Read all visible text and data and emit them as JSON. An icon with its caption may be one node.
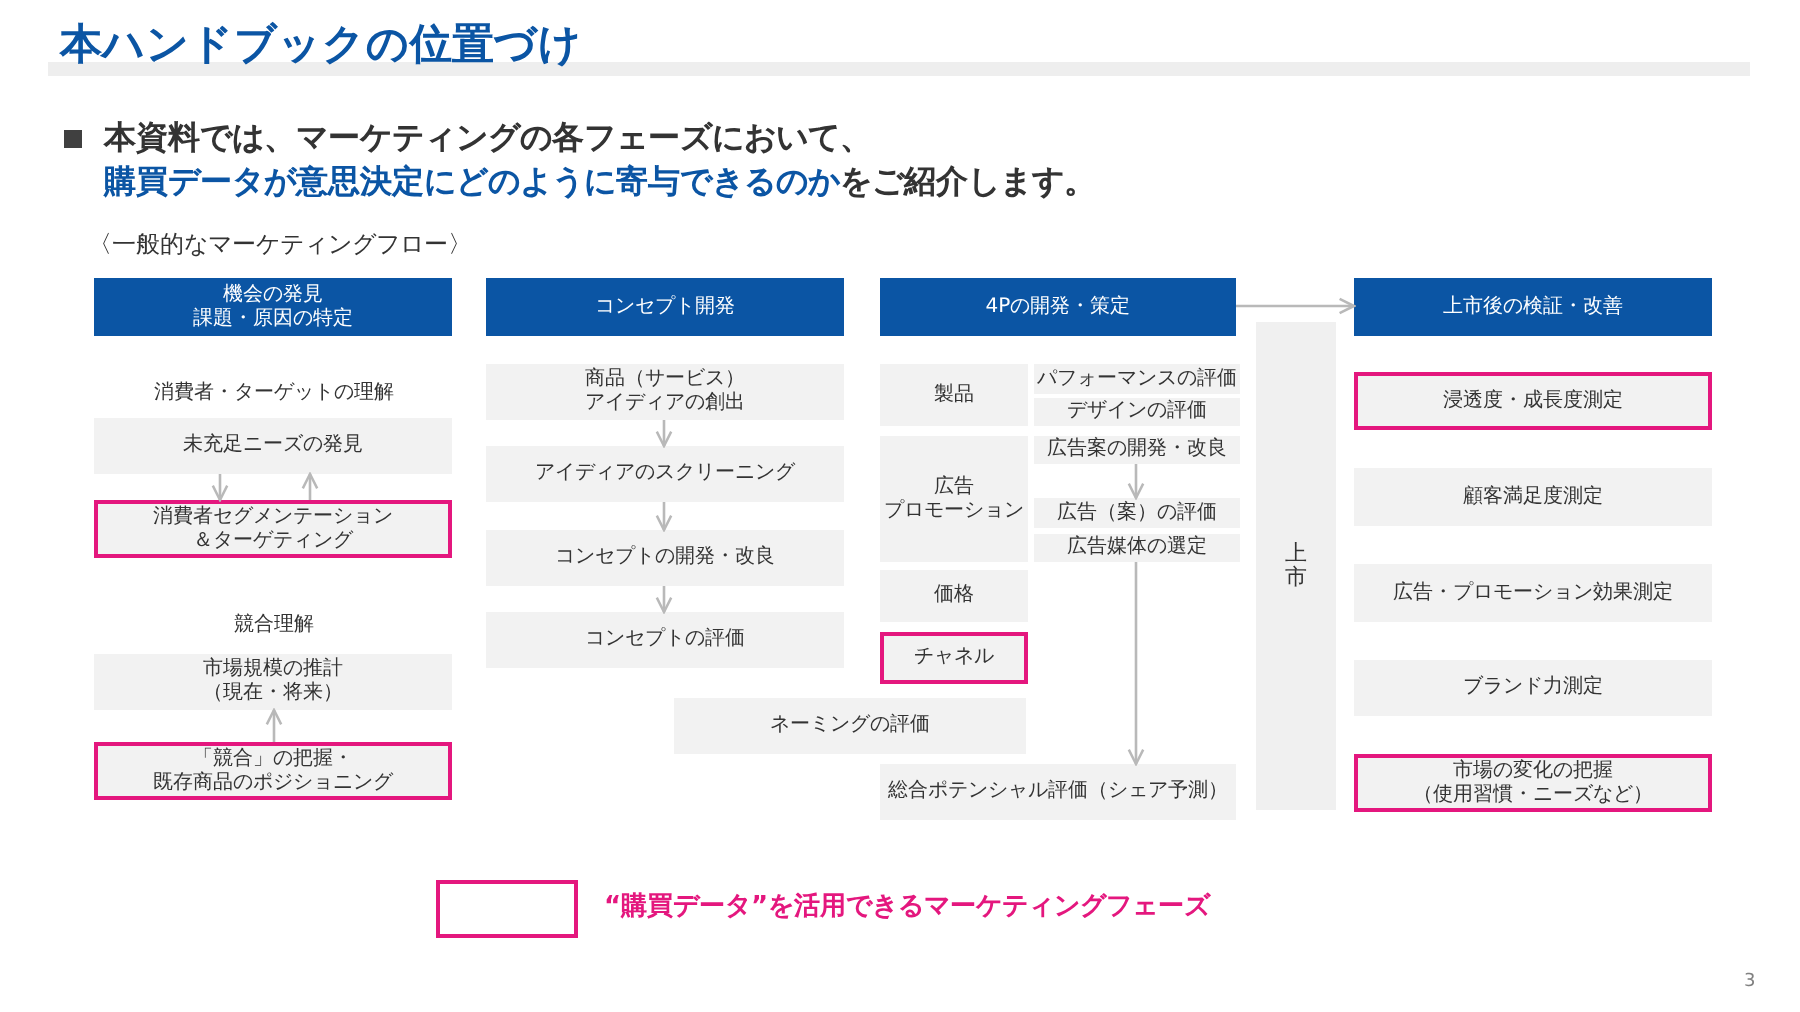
{
  "diagram": {
    "title": "本ハンドブックの位置づけ",
    "nodes": [
      {
        "text": [
          "機会の発見課題・原因の特定"
        ]
      },
      {
        "text": [
          "未充足ニーズの発見"
        ]
      },
      {
        "text": [
          "消費者セグメンテーション＆ターゲティング"
        ]
      },
      {
        "text": [
          "市場規模の推計（現在・将来）"
        ]
      },
      {
        "text": [
          "「競合」の把握・既存商品のポジショニング"
        ]
      },
      {
        "text": [
          "コンセプト開発"
        ]
      },
      {
        "text": [
          "商品（サービス）アイディアの創出"
        ]
      },
      {
        "text": [
          "アイディアのスクリーニング"
        ]
      },
      {
        "text": [
          "コンセプトの開発・改良"
        ]
      },
      {
        "text": [
          "コンセプトの評価"
        ]
      },
      {
        "text": [
          "4Pの開発・策定"
        ]
      },
      {
        "text": [
          "製品"
        ]
      },
      {
        "text": [
          "パフォーマンスの評価"
        ]
      },
      {
        "text": [
          "デザインの評価"
        ]
      },
      {
        "text": [
          "広告プロモーション"
        ]
      },
      {
        "text": [
          "広告案の開発・改良"
        ]
      },
      {
        "text": [
          "広告（案）の評価"
        ]
      },
      {
        "text": [
          "広告媒体の選定"
        ]
      },
      {
        "text": [
          "価格"
        ]
      },
      {
        "text": [
          "チャネル"
        ]
      },
      {
        "text": [
          "ネーミングの評価"
        ]
      },
      {
        "text": [
          "総合ポテンシャル評価（シェア予測）"
        ]
      },
      {
        "text": [
          "上市"
        ]
      },
      {
        "text": [
          "上市後の検証・改善"
        ]
      },
      {
        "text": [
          "浸透度・成長度測定"
        ]
      },
      {
        "text": [
          "顧客満足度測定"
        ]
      },
      {
        "text": [
          "広告・プロモーション効果測定"
        ]
      },
      {
        "text": [
          "ブランド力測定"
        ]
      },
      {
        "text": [
          "市場の変化の把握（使用習慣・ニーズなど）"
        ]
      }
    ],
    "edges": [
      {
        "from": 1,
        "to": 2,
        "arrow": "to"
      },
      {
        "from": 2,
        "to": 1,
        "arrow": "to"
      },
      {
        "from": 4,
        "to": 3,
        "arrow": "to"
      },
      {
        "from": 6,
        "to": 7,
        "arrow": "to"
      },
      {
        "from": 7,
        "to": 8,
        "arrow": "to"
      },
      {
        "from": 8,
        "to": 9,
        "arrow": "to"
      },
      {
        "from": 15,
        "to": 16,
        "arrow": "to"
      },
      {
        "from": 17,
        "to": 21,
        "arrow": "to"
      },
      {
        "from": 10,
        "to": 23,
        "arrow": "to"
      }
    ],
    "labels": [
      "本資料では、マーケティングの各フェーズにおいて、",
      "**購買データが意思決定にどのように寄与できるのか**をご紹介します。",
      "〈一般的なマーケティングフロー〉",
      "消費者・ターゲットの理解",
      "競合理解",
      "3"
    ],
    "legend": [
      {
        "text": "“購買データ”を活用できるマーケティングフェーズ"
      }
    ]
  }
}
